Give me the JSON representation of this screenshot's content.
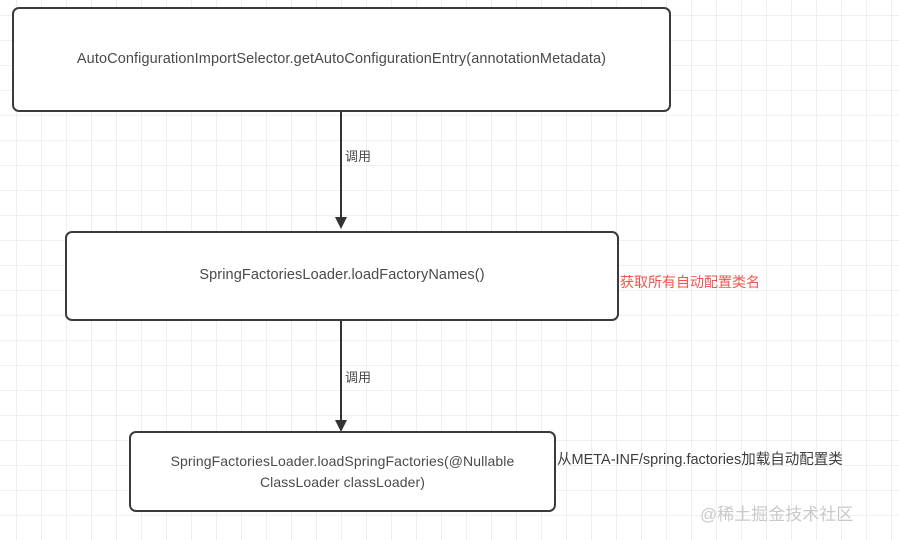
{
  "diagram": {
    "type": "flowchart",
    "orientation": "top-to-bottom",
    "nodes": [
      {
        "id": "node-1",
        "label": "AutoConfigurationImportSelector.getAutoConfigurationEntry(annotationMetadata)"
      },
      {
        "id": "node-2",
        "label": "SpringFactoriesLoader.loadFactoryNames()"
      },
      {
        "id": "node-3",
        "label": "SpringFactoriesLoader.loadSpringFactories(@Nullable ClassLoader classLoader)"
      }
    ],
    "edges": [
      {
        "id": "edge-1",
        "from": "node-1",
        "to": "node-2",
        "label": "调用"
      },
      {
        "id": "edge-2",
        "from": "node-2",
        "to": "node-3",
        "label": "调用"
      }
    ],
    "annotations": [
      {
        "id": "annotation-red",
        "text": "获取所有自动配置类名",
        "color": "#f5524a",
        "attached_to": "node-2"
      },
      {
        "id": "annotation-black",
        "text": "从META-INF/spring.factories加载自动配置类",
        "color": "#3d3d3d",
        "attached_to": "node-3"
      }
    ],
    "watermark": "@稀土掘金技术社区",
    "colors": {
      "node_border": "#3b3b3b",
      "node_fill": "#ffffff",
      "node_text": "#4a4a4a",
      "edge": "#333333",
      "grid_minor": "#efefef",
      "grid_major": "#e4e4e4",
      "watermark": "#c9c9c9"
    }
  }
}
